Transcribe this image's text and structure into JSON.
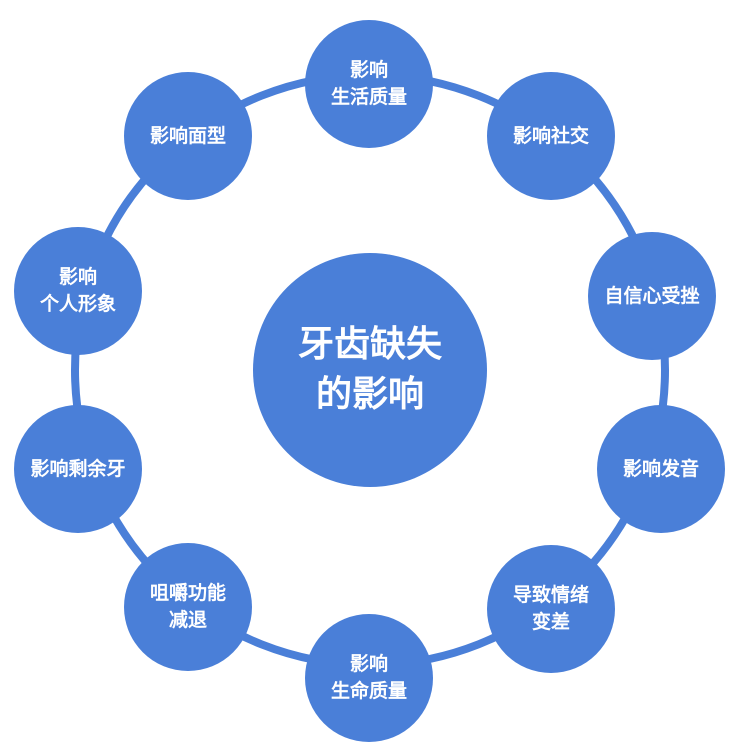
{
  "center": {
    "line1": "牙齿缺失",
    "line2": "的影响"
  },
  "nodes": [
    {
      "line1": "影响",
      "line2": "生活质量"
    },
    {
      "line1": "影响社交",
      "line2": ""
    },
    {
      "line1": "自信心受挫",
      "line2": ""
    },
    {
      "line1": "影响发音",
      "line2": ""
    },
    {
      "line1": "导致情绪",
      "line2": "变差"
    },
    {
      "line1": "影响",
      "line2": "生命质量"
    },
    {
      "line1": "咀嚼功能",
      "line2": "减退"
    },
    {
      "line1": "影响剩余牙",
      "line2": ""
    },
    {
      "line1": "影响",
      "line2": "个人形象"
    },
    {
      "line1": "影响面型",
      "line2": ""
    }
  ],
  "colors": {
    "node_fill": "#4a7fd8",
    "ring": "#4a7fd8",
    "text": "#ffffff"
  }
}
